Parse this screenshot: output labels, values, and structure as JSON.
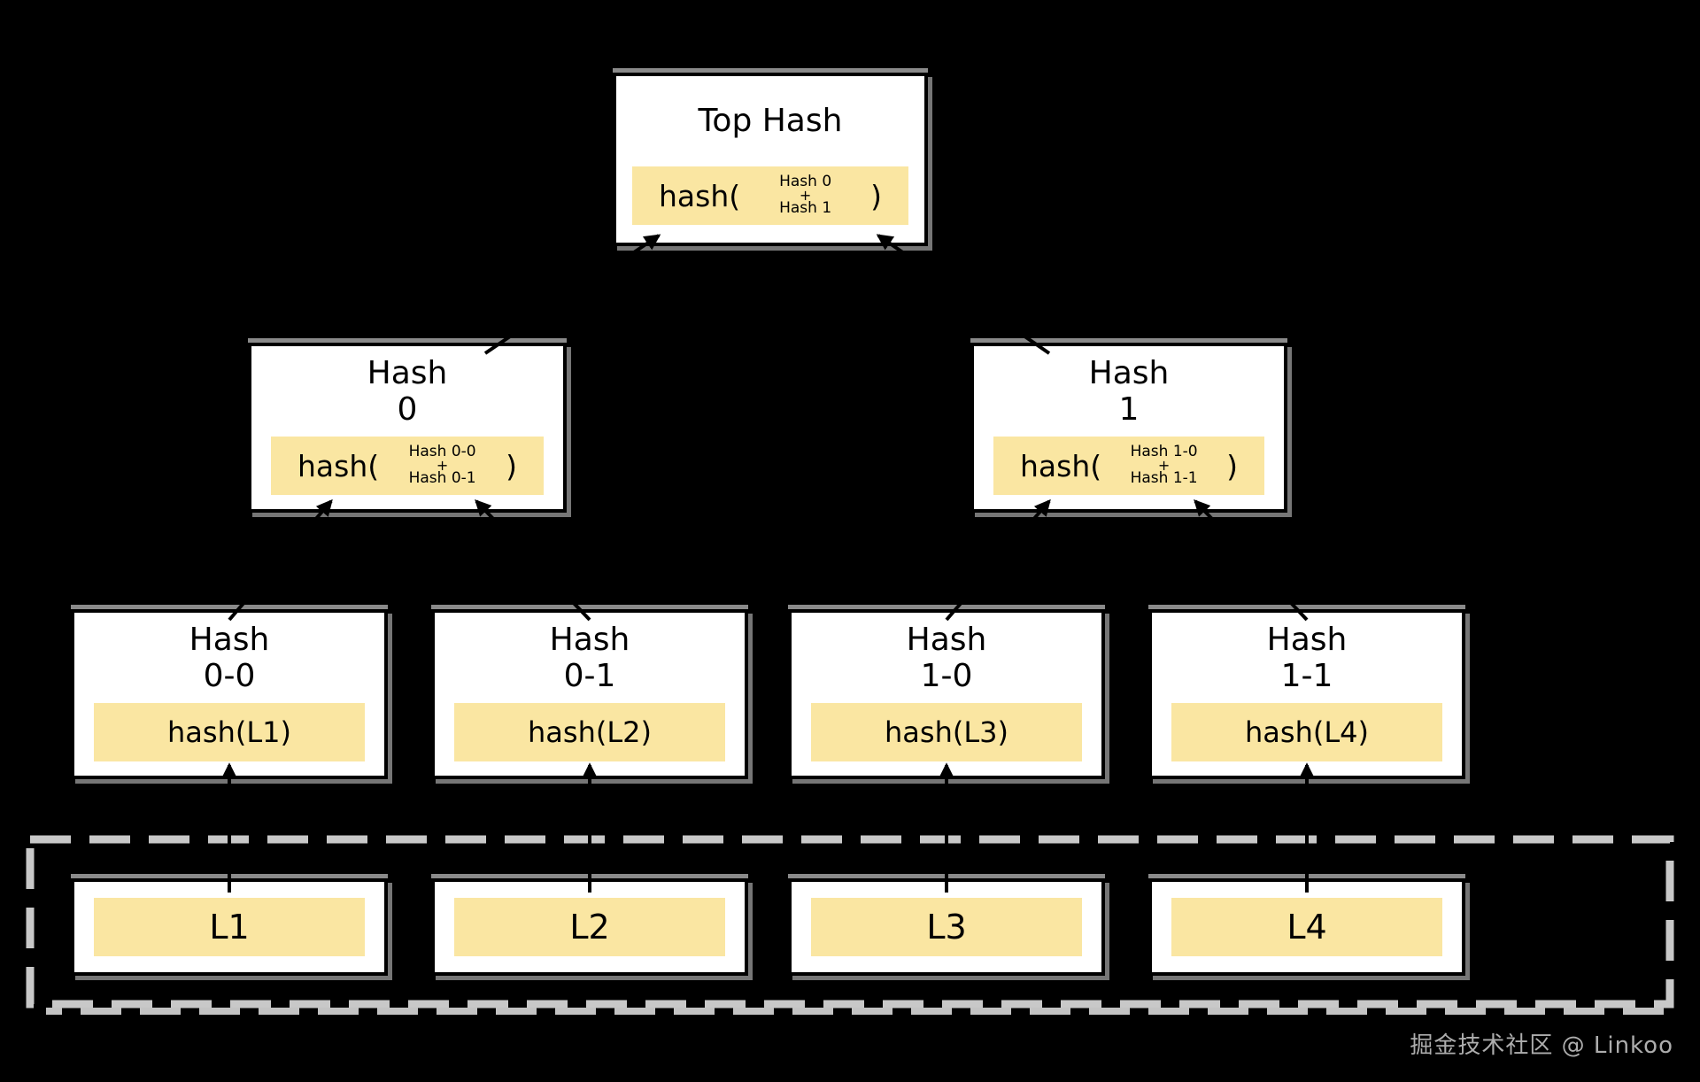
{
  "colors": {
    "background": "#000000",
    "box_fill": "#ffffff",
    "box_border": "#000000",
    "highlight_fill": "#fae6a2",
    "box_shadow_gray": "#767676",
    "dashed_frame_gray": "#c8c8c8",
    "arrow_color": "#000000",
    "watermark_gray": "#adadad"
  },
  "nodes": {
    "top": {
      "title": "Top Hash",
      "fn_open": "hash(",
      "arg1": "Hash 0",
      "op": "+",
      "arg2": "Hash 1",
      "fn_close": ")"
    },
    "level2": [
      {
        "title1": "Hash",
        "title2": "0",
        "fn_open": "hash(",
        "arg1": "Hash 0-0",
        "op": "+",
        "arg2": "Hash 0-1",
        "fn_close": ")"
      },
      {
        "title1": "Hash",
        "title2": "1",
        "fn_open": "hash(",
        "arg1": "Hash 1-0",
        "op": "+",
        "arg2": "Hash 1-1",
        "fn_close": ")"
      }
    ],
    "level3": [
      {
        "title1": "Hash",
        "title2": "0-0",
        "formula": "hash(L1)"
      },
      {
        "title1": "Hash",
        "title2": "0-1",
        "formula": "hash(L2)"
      },
      {
        "title1": "Hash",
        "title2": "1-0",
        "formula": "hash(L3)"
      },
      {
        "title1": "Hash",
        "title2": "1-1",
        "formula": "hash(L4)"
      }
    ],
    "leaves": [
      {
        "label": "L1"
      },
      {
        "label": "L2"
      },
      {
        "label": "L3"
      },
      {
        "label": "L4"
      }
    ]
  },
  "watermark": {
    "text": "掘金技术社区 @ Linkoo"
  }
}
